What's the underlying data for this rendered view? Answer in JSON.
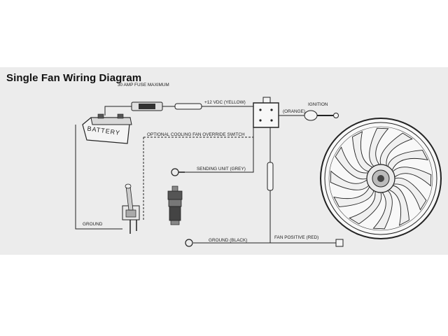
{
  "diagram": {
    "title": "Single Fan Wiring Diagram",
    "battery_label": "BATTERY",
    "labels": {
      "fuse": "30 AMP FUSE MAXIMUM",
      "yellow_wire": "+12 VDC (YELLOW)",
      "orange_wire": "(ORANGE)",
      "ignition": "IGNITION",
      "override_switch": "OPTIONAL COOLING FAN OVERRIDE SWITCH",
      "sending_unit": "SENDING UNIT (GREY)",
      "ground_switch": "GROUND",
      "ground_black": "GROUND (BLACK)",
      "fan_positive": "FAN POSITIVE (RED)"
    },
    "fan_blade_count": 12
  }
}
